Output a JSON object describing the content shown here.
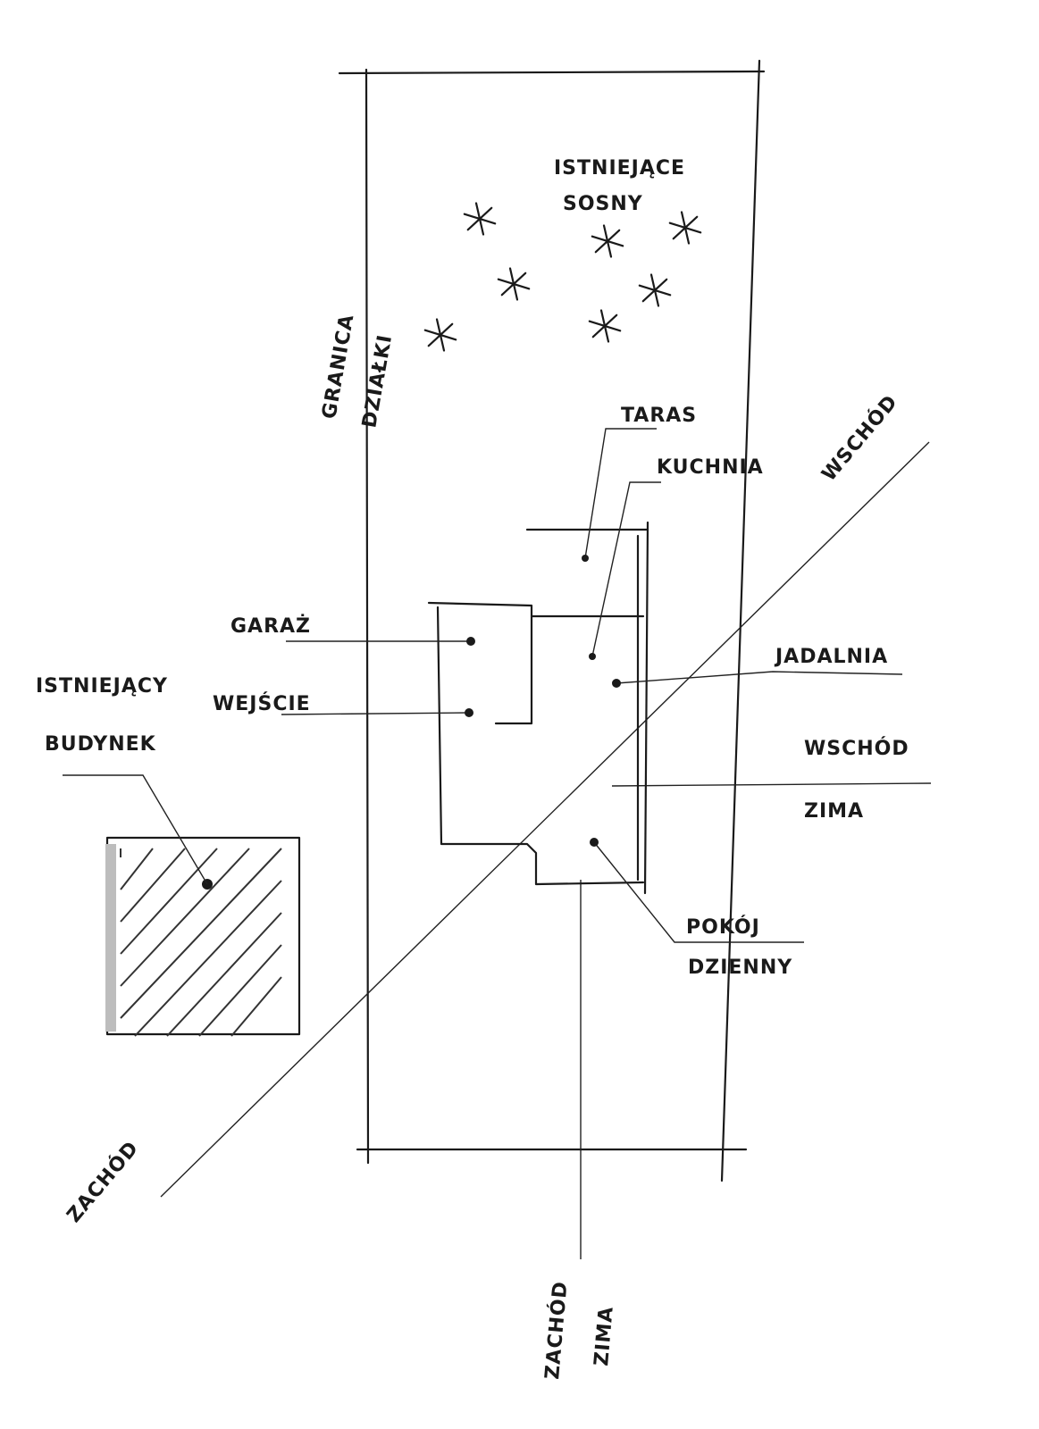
{
  "labels": {
    "existing_pines": [
      "ISTNIEJĄCE",
      "SOSNY"
    ],
    "plot_boundary": [
      "GRANICA",
      "DZIAŁKI"
    ],
    "terrace": "TARAS",
    "kitchen": "KUCHNIA",
    "east": "WSCHÓD",
    "garage": "GARAŻ",
    "entrance": "WEJŚCIE",
    "dining": "JADALNIA",
    "existing_building": [
      "ISTNIEJĄCY",
      "BUDYNEK"
    ],
    "east_winter": [
      "WSCHÓD",
      "ZIMA"
    ],
    "living_room": [
      "POKÓJ",
      "DZIENNY"
    ],
    "west": "ZACHÓD",
    "west_winter": [
      "ZACHÓD",
      "ZIMA"
    ]
  },
  "colors": {
    "ink": "#1a1a1a",
    "shade": "#bdbdbd"
  }
}
